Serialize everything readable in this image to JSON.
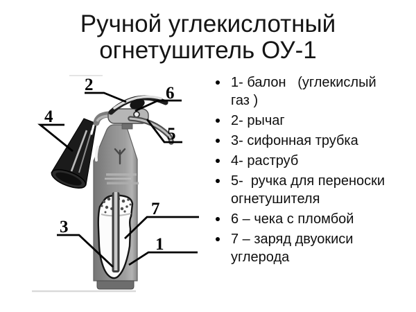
{
  "slide": {
    "title": {
      "line1": "Ручной углекислотный",
      "line2": "огнетушитель ОУ-1"
    }
  },
  "legend": {
    "items": [
      {
        "text": "1- балон   (углекислый газ )"
      },
      {
        "text": "2- рычаг"
      },
      {
        "text": "3- сифонная трубка"
      },
      {
        "text": "4- раструб"
      },
      {
        "text": "5-  ручка для переноски огнетушителя"
      },
      {
        "text": "6 – чека с пломбой"
      },
      {
        "text": "7 – заряд двуокиси углерода"
      }
    ]
  },
  "diagram": {
    "callouts": [
      {
        "n": "2"
      },
      {
        "n": "6"
      },
      {
        "n": "4"
      },
      {
        "n": "5"
      },
      {
        "n": "3"
      },
      {
        "n": "7"
      },
      {
        "n": "1"
      }
    ],
    "colors": {
      "cylinder_gray": "#8f8f8f",
      "horn_black": "#1b1b1b",
      "charge_white": "#fcfcfc",
      "callout_line": "#000000",
      "text": "#000000",
      "background": "#ffffff"
    }
  }
}
